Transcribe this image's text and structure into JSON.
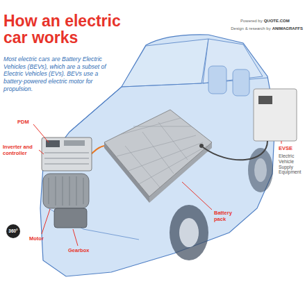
{
  "diagram": {
    "title": "How an electric car works",
    "labels": [
      "Powered by",
      "QUOTE.COM",
      "Design & research by",
      "ANIMAGRAFFS",
      "Most electric cars are Battery Electric Vehicles (BEVs), which are a subset of Electric Vehicles (EVs). BEVs use a battery-powered electric motor for propulsion.",
      "PDM",
      "Inverter and controller",
      "EVSE",
      "Electric Vehicle Supply Equipment",
      "Battery pack",
      "360°",
      "Motor",
      "Gearbox"
    ]
  }
}
